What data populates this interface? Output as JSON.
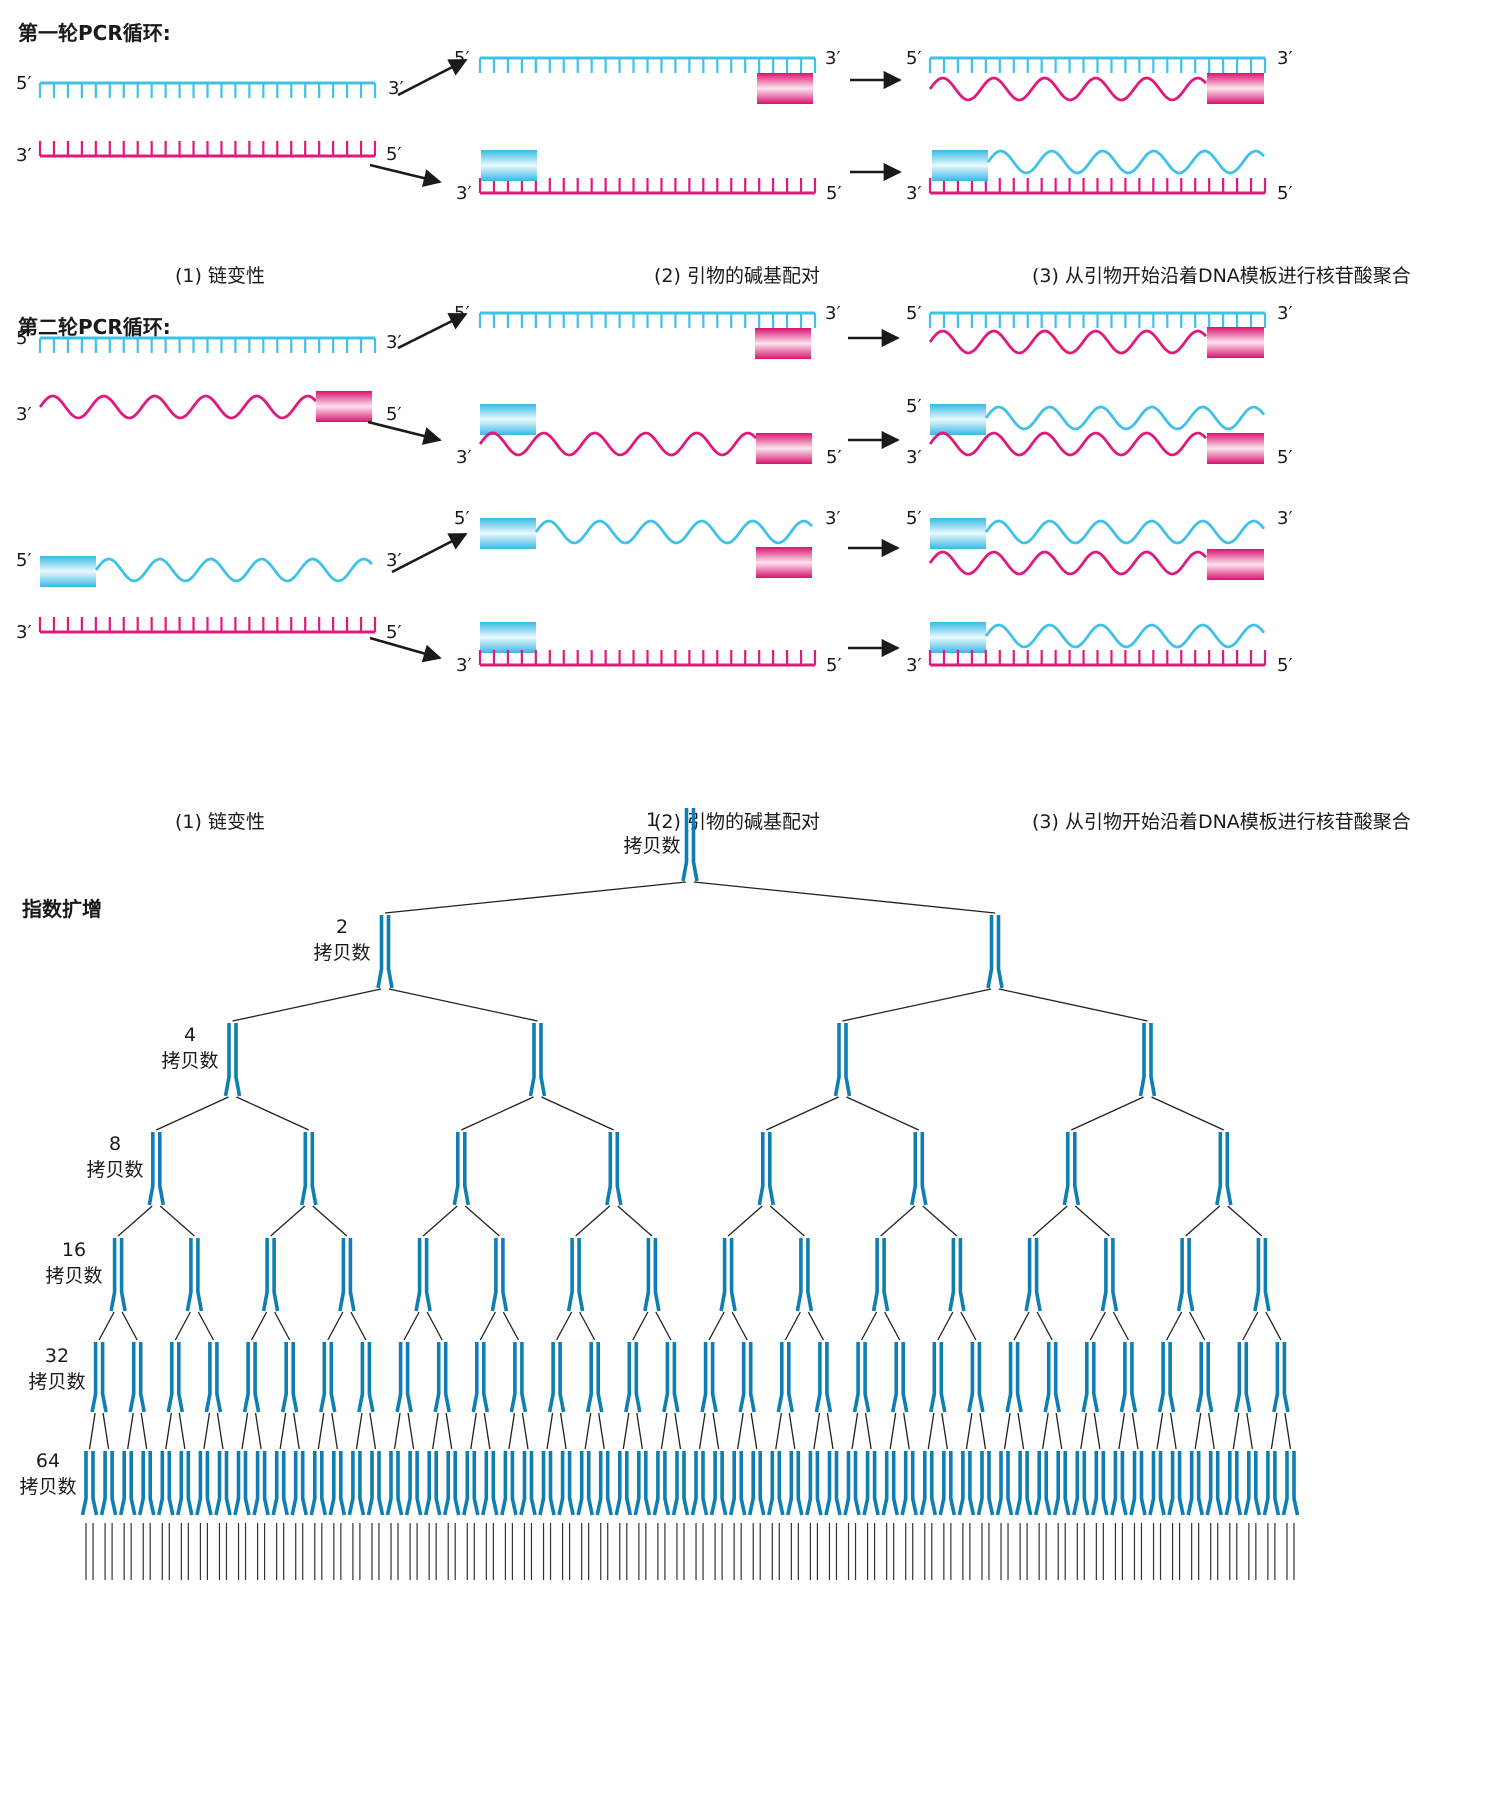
{
  "round1": {
    "title": "第一轮PCR循环:",
    "captions": [
      "(1) 链变性",
      "(2) 引物的碱基配对",
      "(3) 从引物开始沿着DNA模板进行核苷酸聚合"
    ]
  },
  "round2": {
    "title": "第二轮PCR循环:",
    "captions": [
      "(1) 链变性",
      "(2) 引物的碱基配对",
      "(3) 从引物开始沿着DNA模板进行核苷酸聚合"
    ]
  },
  "ends": {
    "five": "5′",
    "three": "3′"
  },
  "amplification": {
    "title": "指数扩增",
    "levels": [
      {
        "count": "1",
        "label": "拷贝数"
      },
      {
        "count": "2",
        "label": "拷贝数"
      },
      {
        "count": "4",
        "label": "拷贝数"
      },
      {
        "count": "8",
        "label": "拷贝数"
      },
      {
        "count": "16",
        "label": "拷贝数"
      },
      {
        "count": "32",
        "label": "拷贝数"
      },
      {
        "count": "64",
        "label": "拷贝数"
      }
    ]
  },
  "colors": {
    "template_top": "#3fc1e8",
    "template_bottom": "#e0197d",
    "primer_blue": "#4ec3ea",
    "primer_pink": "#e0197d",
    "copy": "#0f7fb3",
    "arrow": "#1a1a1a",
    "line": "#222222"
  }
}
